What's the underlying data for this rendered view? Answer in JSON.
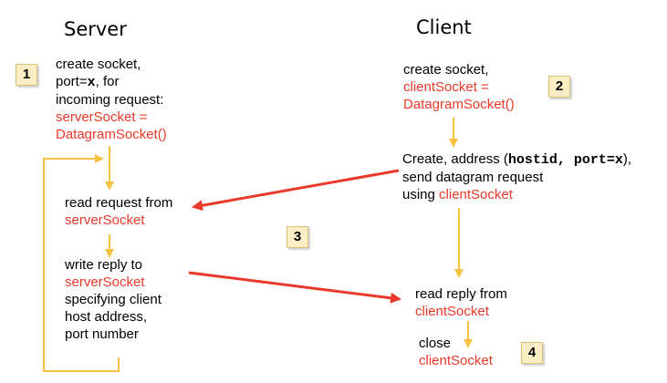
{
  "headers": {
    "server": "Server",
    "client": "Client"
  },
  "badges": {
    "b1": "1",
    "b2": "2",
    "b3": "3",
    "b4": "4"
  },
  "server": {
    "create": {
      "l1": "create socket,",
      "l2a": "port=",
      "l2b": "x",
      "l2c": ", for",
      "l3": "incoming request:",
      "l4": "serverSocket =",
      "l5": "DatagramSocket()"
    },
    "read": {
      "l1": "read request from",
      "l2": "serverSocket"
    },
    "write": {
      "l1": "write reply to",
      "l2": "serverSocket",
      "l3": "specifying client",
      "l4": "host address,",
      "l5": "port number"
    }
  },
  "client": {
    "create": {
      "l1": "create socket,",
      "l2": "clientSocket =",
      "l3": "DatagramSocket()"
    },
    "send": {
      "l1a": "Create, address (",
      "l1b": "hostid, port=x",
      "l1c": "),",
      "l2": "send datagram request",
      "l3a": "using ",
      "l3b": "clientSocket"
    },
    "read": {
      "l1": "read reply from",
      "l2": "clientSocket"
    },
    "close": {
      "l1": "close",
      "l2": "clientSocket"
    }
  },
  "colors": {
    "arrow_yellow": "#f5c242",
    "arrow_red": "#e8392a",
    "text_red": "#e8392a"
  }
}
